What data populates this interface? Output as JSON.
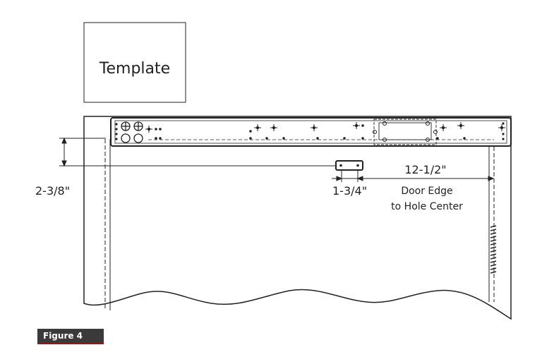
{
  "template_label": "Template",
  "dimensions": {
    "height_from_top": "2-3/8\"",
    "hole_width": "1-3/4\"",
    "door_edge_distance": "12-1/2\"",
    "door_edge_caption_line1": "Door Edge",
    "door_edge_caption_line2": "to Hole Center"
  },
  "figure_label": "Figure 4",
  "colors": {
    "line": "#222222",
    "badge_bg": "#3a3a3a",
    "badge_accent": "#8a1a1f"
  }
}
